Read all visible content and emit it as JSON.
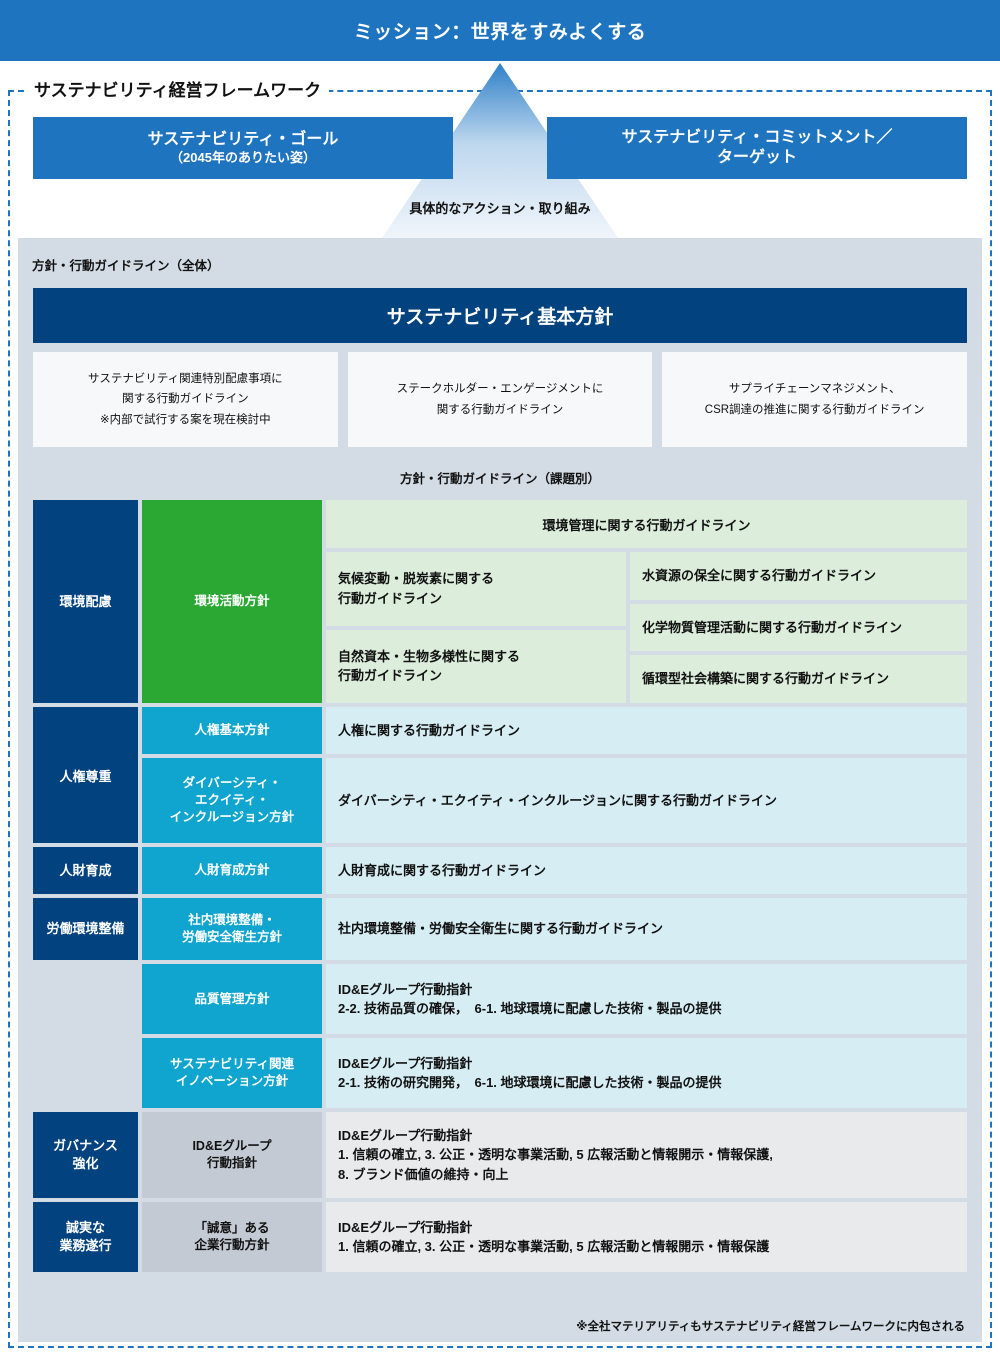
{
  "mission": {
    "text": "ミッション：世界をすみよくする"
  },
  "framework": {
    "title": "サステナビリティ経営フレームワーク",
    "goal": {
      "line1": "サステナビリティ・ゴール",
      "line2": "（2045年のありたい姿）"
    },
    "commitment": {
      "line1": "サステナビリティ・コミットメント／",
      "line2": "ターゲット"
    },
    "action_label": "具体的なアクション・取り組み"
  },
  "guidelines_overall": {
    "caption": "方針・行動ガイドライン（全体）",
    "basic_policy": "サステナビリティ基本方針",
    "cards": [
      {
        "lines": [
          "サステナビリティ関連特別配慮事項に",
          "関する行動ガイドライン",
          "※内部で試行する案を現在検討中"
        ]
      },
      {
        "lines": [
          "ステークホルダー・エンゲージメントに",
          "関する行動ガイドライン"
        ]
      },
      {
        "lines": [
          "サプライチェーンマネジメント、",
          "CSR調達の推進に関する行動ガイドライン"
        ]
      }
    ]
  },
  "guidelines_by_theme": {
    "caption": "方針・行動ガイドライン（課題別）",
    "environment": {
      "category": "環境配慮",
      "policy": "環境活動方針",
      "header": "環境管理に関する行動ガイドライン",
      "left_cells": [
        {
          "l1": "気候変動・脱炭素に関する",
          "l2": "行動ガイドライン"
        },
        {
          "l1": "自然資本・生物多様性に関する",
          "l2": "行動ガイドライン"
        }
      ],
      "right_cells": [
        "水資源の保全に関する行動ガイドライン",
        "化学物質管理活動に関する行動ガイドライン",
        "循環型社会構築に関する行動ガイドライン"
      ]
    },
    "human_rights": {
      "category": "人権尊重",
      "rows": [
        {
          "policy": "人権基本方針",
          "guideline": "人権に関する行動ガイドライン"
        },
        {
          "policy": "ダイバーシティ・\nエクイティ・\nインクルージョン方針",
          "guideline": "ダイバーシティ・エクイティ・インクルージョンに関する行動ガイドライン"
        }
      ]
    },
    "human_capital": {
      "category": "人財育成",
      "policy": "人財育成方針",
      "guideline": "人財育成に関する行動ガイドライン"
    },
    "work_environment": {
      "category": "労働環境整備",
      "policy": "社内環境整備・\n労働安全衛生方針",
      "guideline": "社内環境整備・労働安全衛生に関する行動ガイドライン"
    },
    "quality": {
      "category": "",
      "policy": "品質管理方針",
      "guideline_l1": "ID&Eグループ行動指針",
      "guideline_l2": "2-2. 技術品質の確保，　6-1. 地球環境に配慮した技術・製品の提供"
    },
    "innovation": {
      "category": "",
      "policy": "サステナビリティ関連\nイノベーション方針",
      "guideline_l1": "ID&Eグループ行動指針",
      "guideline_l2": "2-1. 技術の研究開発，　6-1. 地球環境に配慮した技術・製品の提供"
    },
    "governance": {
      "category": "ガバナンス\n強化",
      "policy": "ID&Eグループ\n行動指針",
      "guideline_l1": "ID&Eグループ行動指針",
      "guideline_l2": "1. 信頼の確立, 3. 公正・透明な事業活動, 5 広報活動と情報開示・情報保護,",
      "guideline_l3": "8. ブランド価値の維持・向上"
    },
    "integrity": {
      "category": "誠実な\n業務遂行",
      "policy": "「誠意」ある\n企業行動方針",
      "guideline_l1": "ID&Eグループ行動指針",
      "guideline_l2": "1. 信頼の確立, 3. 公正・透明な事業活動, 5 広報活動と情報開示・情報保護"
    }
  },
  "footnote": "※全社マテリアリティもサステナビリティ経営フレームワークに内包される",
  "colors": {
    "mission_blue": "#1f74c0",
    "navy": "#02427e",
    "green": "#2aa833",
    "cyan": "#0fa5ce",
    "grey_policy": "#c3cad3",
    "panel_grey": "#d3dbe4",
    "light_cyan": "#d6edf4",
    "light_green": "#dceddc",
    "light_grey": "#e8eaec"
  }
}
